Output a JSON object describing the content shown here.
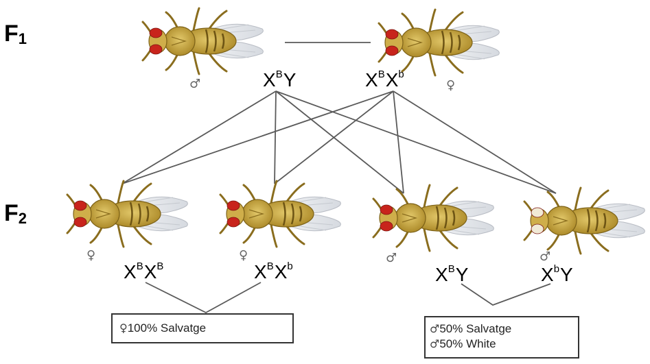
{
  "generations": {
    "f1": {
      "letter": "F",
      "num": "1"
    },
    "f2": {
      "letter": "F",
      "num": "2"
    }
  },
  "symbols": {
    "male": "♂",
    "female": "♀"
  },
  "f1": {
    "male": {
      "sex": "♂",
      "g1": "X",
      "s1": "B",
      "g2": "Y",
      "s2": ""
    },
    "female": {
      "sex": "♀",
      "g1": "X",
      "s1": "B",
      "g2": "X",
      "s2": "b"
    }
  },
  "f2": [
    {
      "sex": "♀",
      "g1": "X",
      "s1": "B",
      "g2": "X",
      "s2": "B",
      "eye_color": "#c8241c"
    },
    {
      "sex": "♀",
      "g1": "X",
      "s1": "B",
      "g2": "X",
      "s2": "b",
      "eye_color": "#c8241c"
    },
    {
      "sex": "♂",
      "g1": "X",
      "s1": "B",
      "g2": "Y",
      "s2": "",
      "eye_color": "#c8241c"
    },
    {
      "sex": "♂",
      "g1": "X",
      "s1": "b",
      "g2": "Y",
      "s2": "",
      "eye_color": "#f1ead6"
    }
  ],
  "results": {
    "female": {
      "symbol": "♀",
      "line1": "100% Salvatge"
    },
    "male": {
      "symbol": "♂",
      "line1": "50% Salvatge",
      "line2": "50% White"
    }
  },
  "colors": {
    "body": "#c9a83e",
    "eye_red": "#c8241c",
    "eye_white": "#f1ead6",
    "wing": "#e6e9ee",
    "line": "#555555"
  }
}
